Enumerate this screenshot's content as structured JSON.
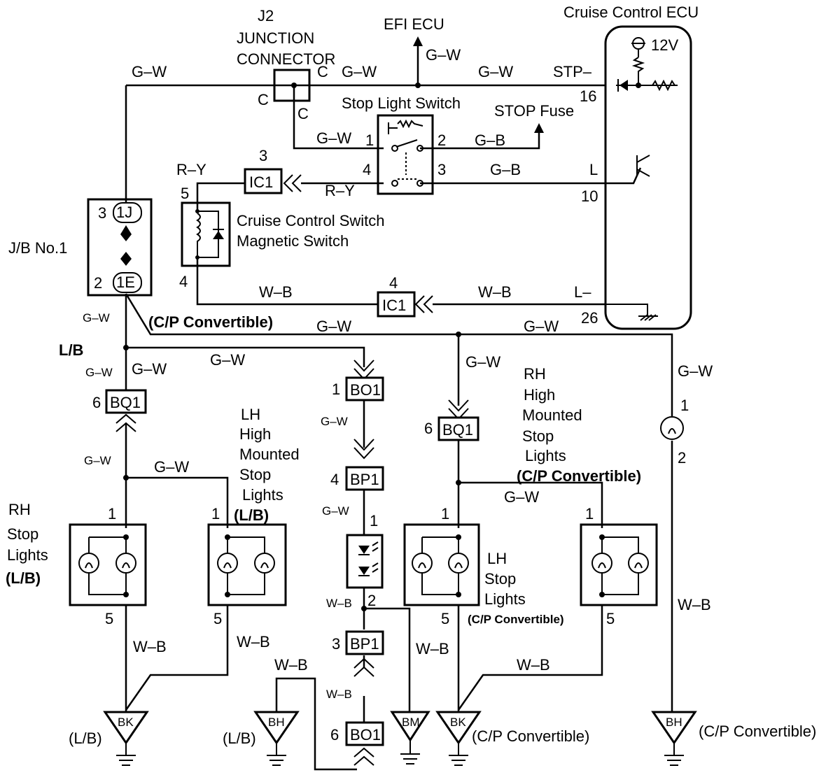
{
  "components": {
    "ecu_title": "Cruise Control ECU",
    "voltage": "12V",
    "efi_ecu": "EFI ECU",
    "j2_line1": "J2",
    "j2_line2": "JUNCTION",
    "j2_line3": "CONNECTOR",
    "stop_light_switch": "Stop Light Switch",
    "stop_fuse": "STOP Fuse",
    "cc_switch_line1": "Cruise Control Switch",
    "cc_switch_line2": "Magnetic Switch",
    "jb": "J/B No.1",
    "cp_convertible": "(C/P Convertible)",
    "lb": "L/B",
    "lb_paren": "(L/B)",
    "rh_stop": [
      "RH",
      "Stop",
      "Lights",
      "(L/B)"
    ],
    "lh_high": [
      "LH",
      "High",
      "Mounted",
      "Stop",
      "Lights",
      "(L/B)"
    ],
    "rh_high": [
      "RH",
      "High",
      "Mounted",
      "Stop",
      "Lights",
      "(C/P Convertible)"
    ],
    "lh_stop": [
      "LH",
      "Stop",
      "Lights",
      "(C/P Convertible)"
    ]
  },
  "connectors": {
    "ic1": "IC1",
    "bq1": "BQ1",
    "bo1": "BO1",
    "bp1": "BP1",
    "j1": "1J",
    "j1e": "1E"
  },
  "grounds": {
    "bk": "BK",
    "bh": "BH",
    "bm": "BM"
  },
  "wires": {
    "gw": "G–W",
    "gb": "G–B",
    "ry": "R–Y",
    "wb": "W–B"
  },
  "terminals": {
    "stp": "STP–",
    "l": "L",
    "lminus": "L–",
    "n1": "1",
    "n2": "2",
    "n3": "3",
    "n4": "4",
    "n5": "5",
    "n6": "6",
    "n10": "10",
    "n16": "16",
    "n26": "26",
    "c": "C"
  }
}
